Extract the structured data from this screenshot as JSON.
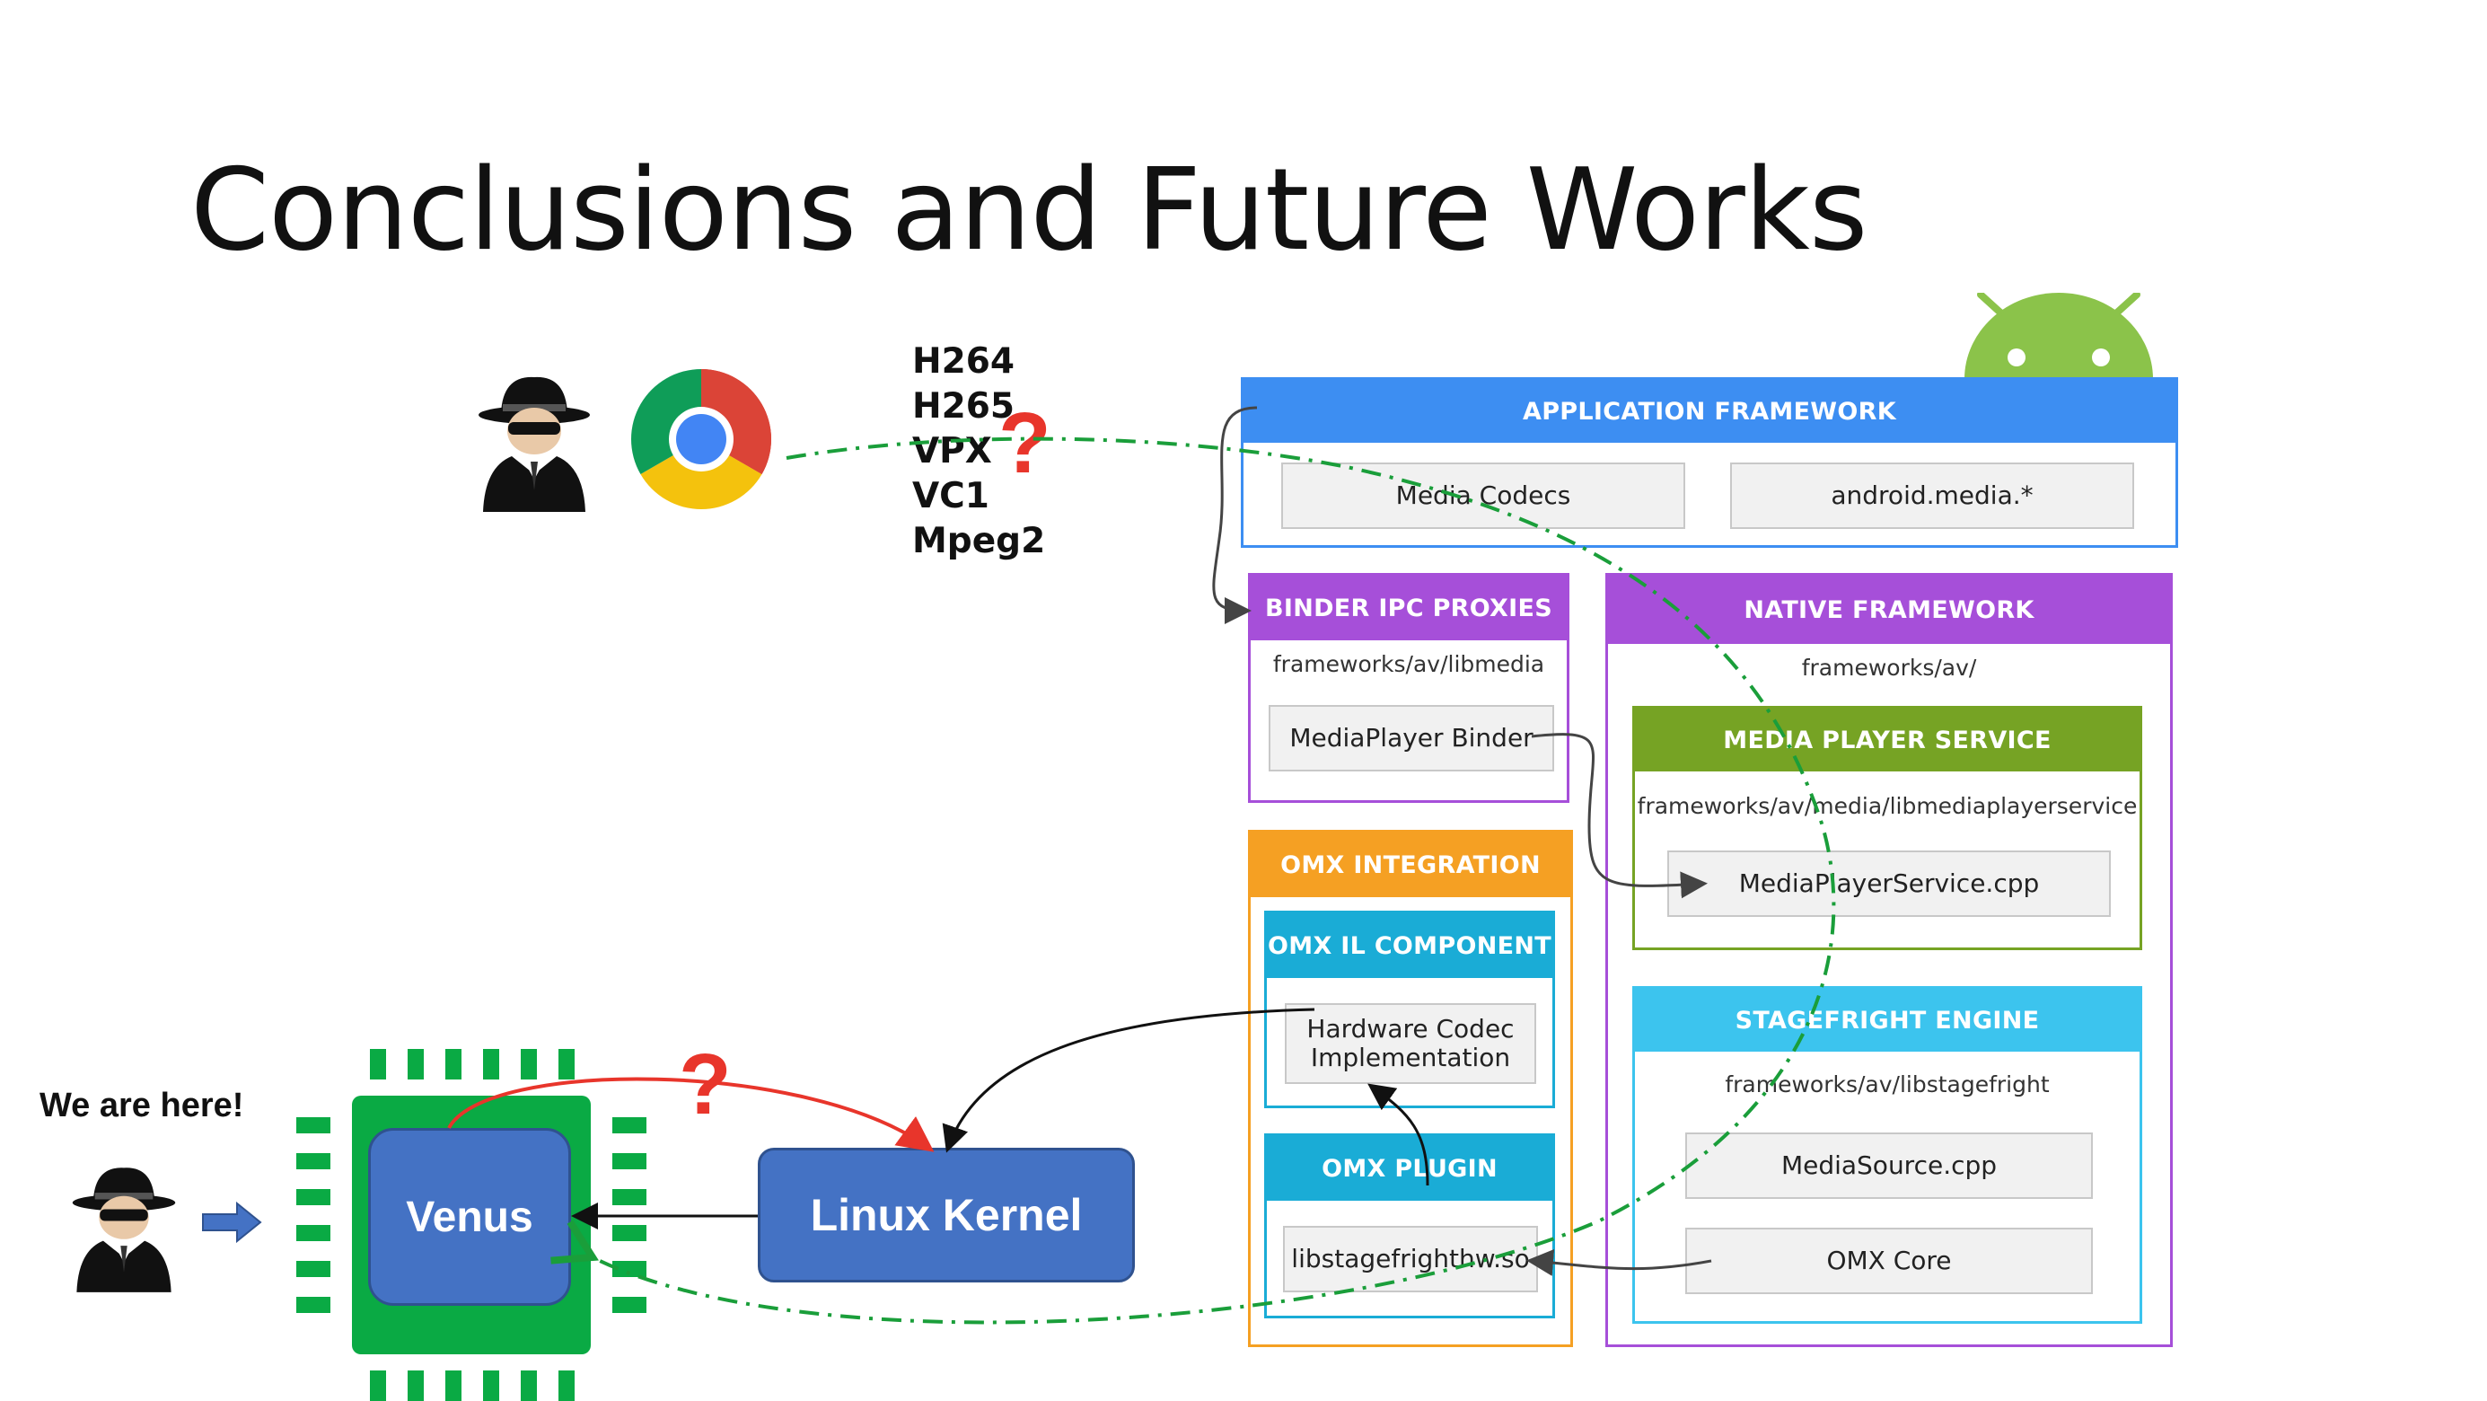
{
  "title": "Conclusions and Future Works",
  "codecs": [
    "H264",
    "H265",
    "VPX",
    "VC1",
    "Mpeg2"
  ],
  "question_mark": "?",
  "we_are_here": "We are here!",
  "chip": {
    "label": "Venus"
  },
  "kernel": {
    "label": "Linux Kernel"
  },
  "application_framework": {
    "header": "APPLICATION FRAMEWORK",
    "items": [
      "Media Codecs",
      "android.media.*"
    ]
  },
  "binder_ipc": {
    "header": "BINDER IPC PROXIES",
    "path": "frameworks/av/libmedia",
    "item": "MediaPlayer Binder"
  },
  "native_framework": {
    "header": "NATIVE FRAMEWORK",
    "path": "frameworks/av/"
  },
  "media_player_service": {
    "header": "MEDIA PLAYER SERVICE",
    "path": "frameworks/av/media/libmediaplayerservice",
    "item": "MediaPlayerService.cpp"
  },
  "stagefright_engine": {
    "header": "STAGEFRIGHT ENGINE",
    "path": "frameworks/av/libstagefright",
    "items": [
      "MediaSource.cpp",
      "OMX Core"
    ]
  },
  "omx_integration": {
    "header": "OMX INTEGRATION"
  },
  "omx_il_component": {
    "header": "OMX IL COMPONENT",
    "item_line1": "Hardware Codec",
    "item_line2": "Implementation"
  },
  "omx_plugin": {
    "header": "OMX PLUGIN",
    "item": "libstagefrighthw.so"
  },
  "colors": {
    "app_blue": "#3d8ef2",
    "binder_purple": "#a64fd9",
    "native_purple": "#a64fd9",
    "service_green": "#76a324",
    "stagefright_cyan": "#3cc4ee",
    "omx_orange": "#f5a023",
    "omx_il_cyan": "#1aacd6",
    "chip_green": "#0aaa44",
    "venus_blue": "#4472c4",
    "dash_green": "#1a9e3a",
    "arrow_red": "#e8352b",
    "android_green": "#8bc34a"
  }
}
